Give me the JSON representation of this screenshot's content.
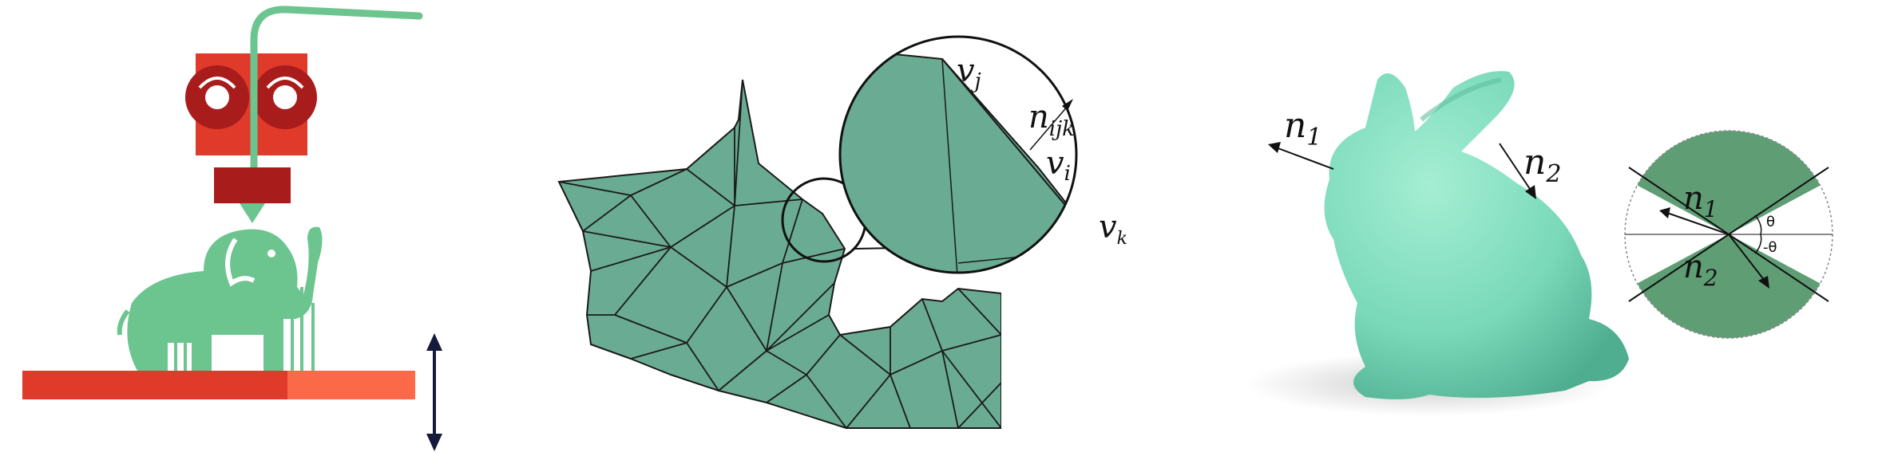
{
  "mesh_labels": {
    "vj_base": "v",
    "vj_sub": "j",
    "nijk_base": "n",
    "nijk_sub": "ijk",
    "vi_base": "v",
    "vi_sub": "i",
    "vk_base": "v",
    "vk_sub": "k"
  },
  "bunny_labels": {
    "n1_base": "n",
    "n1_sub": "1",
    "n2_base": "n",
    "n2_sub": "2",
    "circle_n1_base": "n",
    "circle_n1_sub": "1",
    "circle_n2_base": "n",
    "circle_n2_sub": "2",
    "theta": "θ",
    "neg_theta": "-θ"
  },
  "colors": {
    "filament_green": "#6cc48f",
    "printer_red": "#e03a2b",
    "printer_dark_red": "#a81c1c",
    "bed_red": "#e03a2b",
    "bed_orange": "#fb6a48",
    "mesh_green": "#6aab93",
    "bunny_mint": "#79d9b9",
    "sector_green": "#5f9e74",
    "arrow_navy": "#141a3c"
  }
}
